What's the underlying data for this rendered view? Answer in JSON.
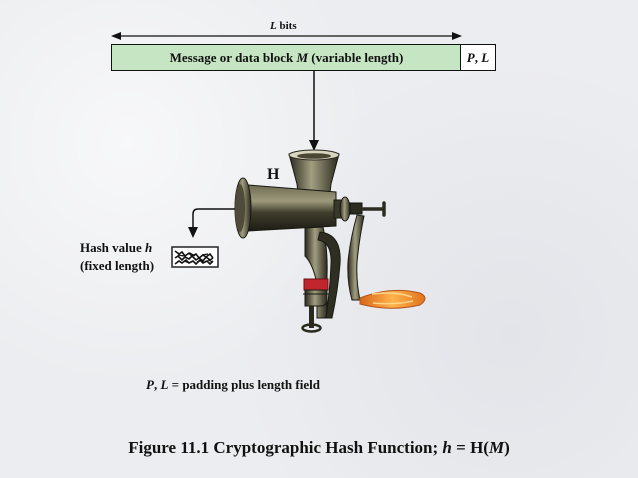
{
  "figure": {
    "top_label_italic": "L",
    "top_label_rest": " bits",
    "message_block_part1": "Message or data block ",
    "message_block_italic": "M",
    "message_block_part2": " (variable length)",
    "pl_box_p": "P",
    "pl_box_sep": ", ",
    "pl_box_l": "L",
    "function_label": "H",
    "hash_value_line1_text": "Hash value ",
    "hash_value_line1_italic": "h",
    "hash_value_line2": "(fixed length)",
    "note_p": "P",
    "note_sep": ", ",
    "note_l": "L",
    "note_rest": " = padding plus length field",
    "caption_prefix": "Figure 11.1  Cryptographic Hash Function; ",
    "caption_h": "h",
    "caption_eq": " = H(",
    "caption_m": "M",
    "caption_close": ")"
  },
  "colors": {
    "message_fill": "#c6e6c3",
    "grinder_metal": "#3b3a2c",
    "clamp_red": "#c0262b",
    "handle_orange": "#f08a1f"
  }
}
